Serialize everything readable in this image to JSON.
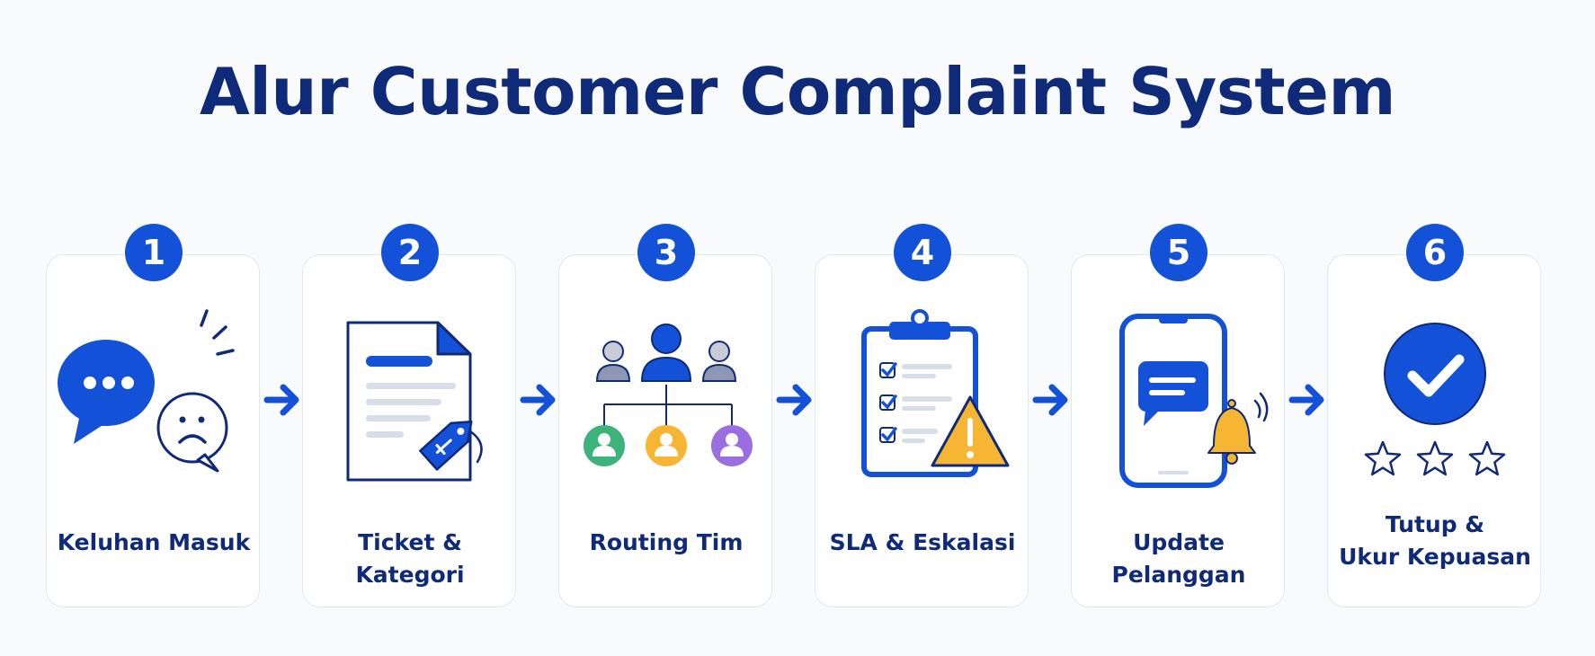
{
  "title": "Alur Customer Complaint System",
  "colors": {
    "primary": "#1351d8",
    "title": "#0f2a78",
    "warning": "#f6b532",
    "green": "#3cb37a",
    "purple": "#9a6ee0",
    "gray": "#9aa1b8"
  },
  "steps": [
    {
      "number": "1",
      "label": "Keluhan Masuk",
      "icon": "chat-bubble-sad-face-icon"
    },
    {
      "number": "2",
      "label": "Ticket & Kategori",
      "icon": "ticket-document-tag-icon"
    },
    {
      "number": "3",
      "label": "Routing Tim",
      "icon": "team-routing-icon"
    },
    {
      "number": "4",
      "label": "SLA & Eskalasi",
      "icon": "clipboard-warning-icon"
    },
    {
      "number": "5",
      "label": "Update Pelanggan",
      "icon": "phone-notification-icon"
    },
    {
      "number": "6",
      "label_line1": "Tutup &",
      "label_line2": "Ukur Kepuasan",
      "icon": "check-stars-icon"
    }
  ]
}
